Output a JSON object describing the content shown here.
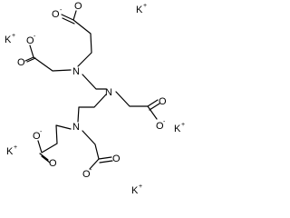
{
  "molecule": {
    "atom_symbols": {
      "oxygen": "O",
      "nitrogen": "N",
      "potassium": "K"
    },
    "charges": {
      "anion": "-",
      "cation": "+"
    },
    "counterion_count": 5,
    "carboxylate_count": 5,
    "amine_count": 3,
    "line_color": "#000000",
    "background_color": "#ffffff"
  }
}
